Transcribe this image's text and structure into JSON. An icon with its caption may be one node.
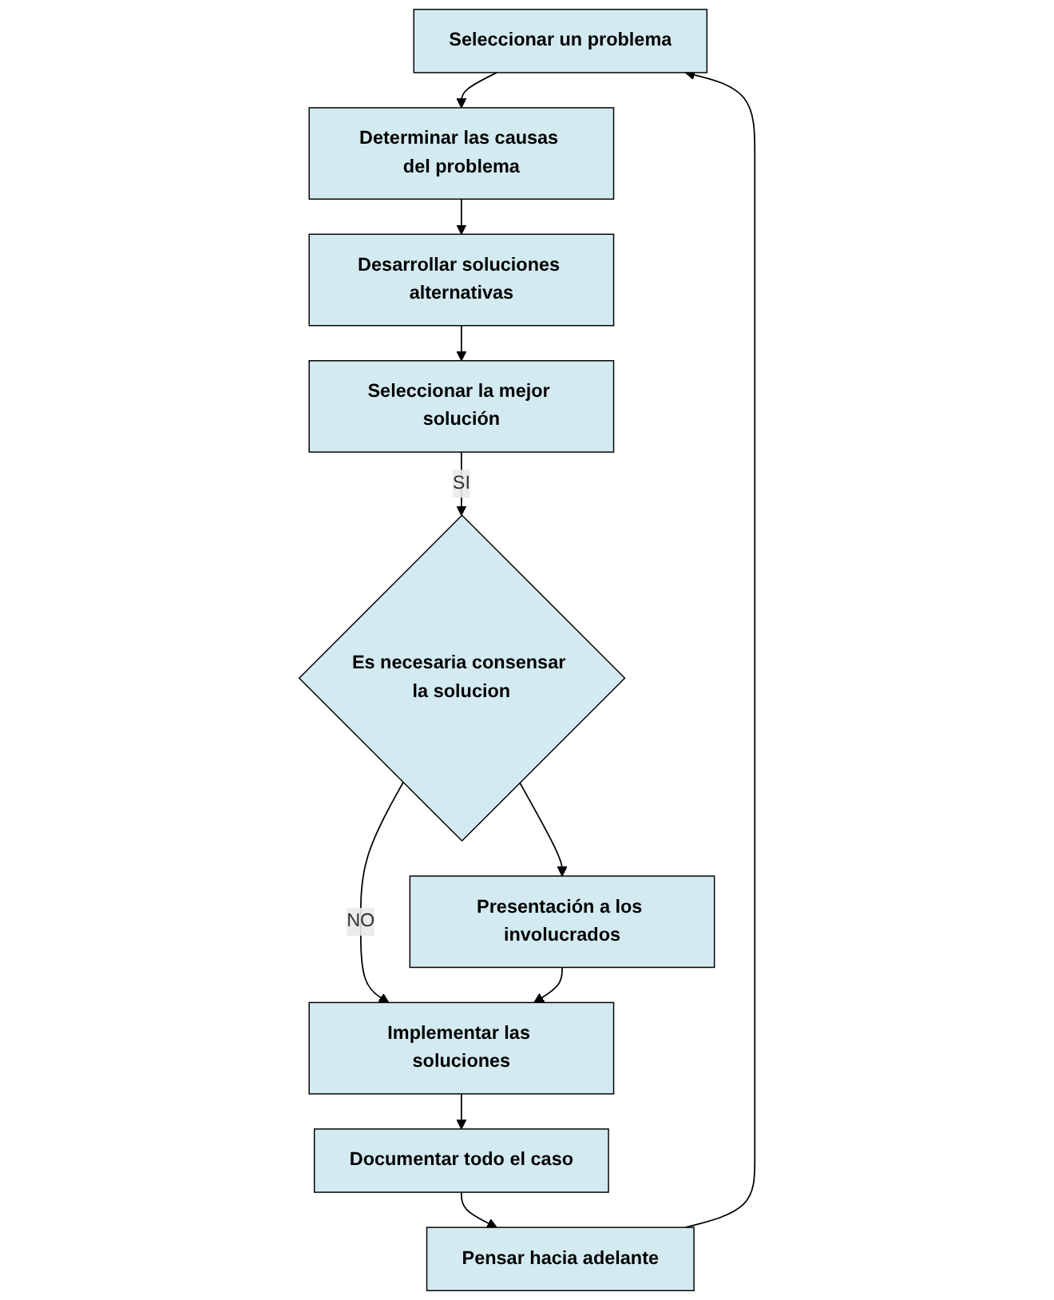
{
  "diagram": {
    "nodes": [
      {
        "text": [
          "Seleccionar un problema"
        ]
      },
      {
        "text": [
          "Determinar las causas del problema"
        ]
      },
      {
        "text": [
          "Desarrollar soluciones alternativas"
        ]
      },
      {
        "text": [
          "Seleccionar la mejor solución"
        ]
      },
      {
        "text": [
          "Es necesaria consensar la solucion"
        ]
      },
      {
        "text": [
          "Presentación a los involucrados"
        ]
      },
      {
        "text": [
          "Implementar las soluciones"
        ]
      },
      {
        "text": [
          "Documentar todo el caso"
        ]
      },
      {
        "text": [
          "Pensar hacia adelante"
        ]
      }
    ],
    "edges": [
      {
        "from": 0,
        "to": 1,
        "arrow": "to"
      },
      {
        "from": 1,
        "to": 2,
        "arrow": "to"
      },
      {
        "from": 2,
        "to": 3,
        "arrow": "to"
      },
      {
        "from": 3,
        "to": 4,
        "arrow": "to",
        "label": "SI"
      },
      {
        "from": 4,
        "to": 5,
        "arrow": "to"
      },
      {
        "from": 4,
        "to": 6,
        "arrow": "to",
        "label": "NO"
      },
      {
        "from": 5,
        "to": 6,
        "arrow": "to"
      },
      {
        "from": 6,
        "to": 7,
        "arrow": "to"
      },
      {
        "from": 7,
        "to": 8,
        "arrow": "to"
      },
      {
        "from": 8,
        "to": 0,
        "arrow": "to"
      }
    ]
  }
}
